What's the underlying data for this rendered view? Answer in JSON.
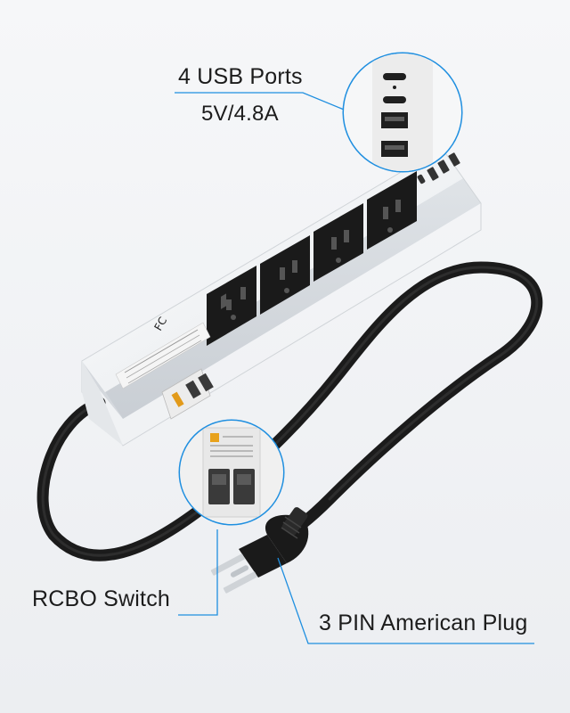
{
  "callouts": {
    "usb_ports_title": "4 USB Ports",
    "usb_ports_spec": "5V/4.8A",
    "rcbo_switch": "RCBO Switch",
    "plug": "3 PIN American Plug"
  },
  "product": {
    "outlet_count": 4,
    "usb_port_count": 4
  },
  "colors": {
    "background": "#f3f4f6",
    "accent_blue": "#1f8fe0",
    "strip_body": "#eef0f2",
    "outlet_face": "#1a1a1a",
    "cable": "#1b1b1b",
    "text": "#1c1c1c"
  },
  "icons": {
    "usb_c_port": "usb-c-port-icon",
    "usb_a_port": "usb-a-port-icon",
    "fcc_mark": "fcc-mark-icon"
  }
}
